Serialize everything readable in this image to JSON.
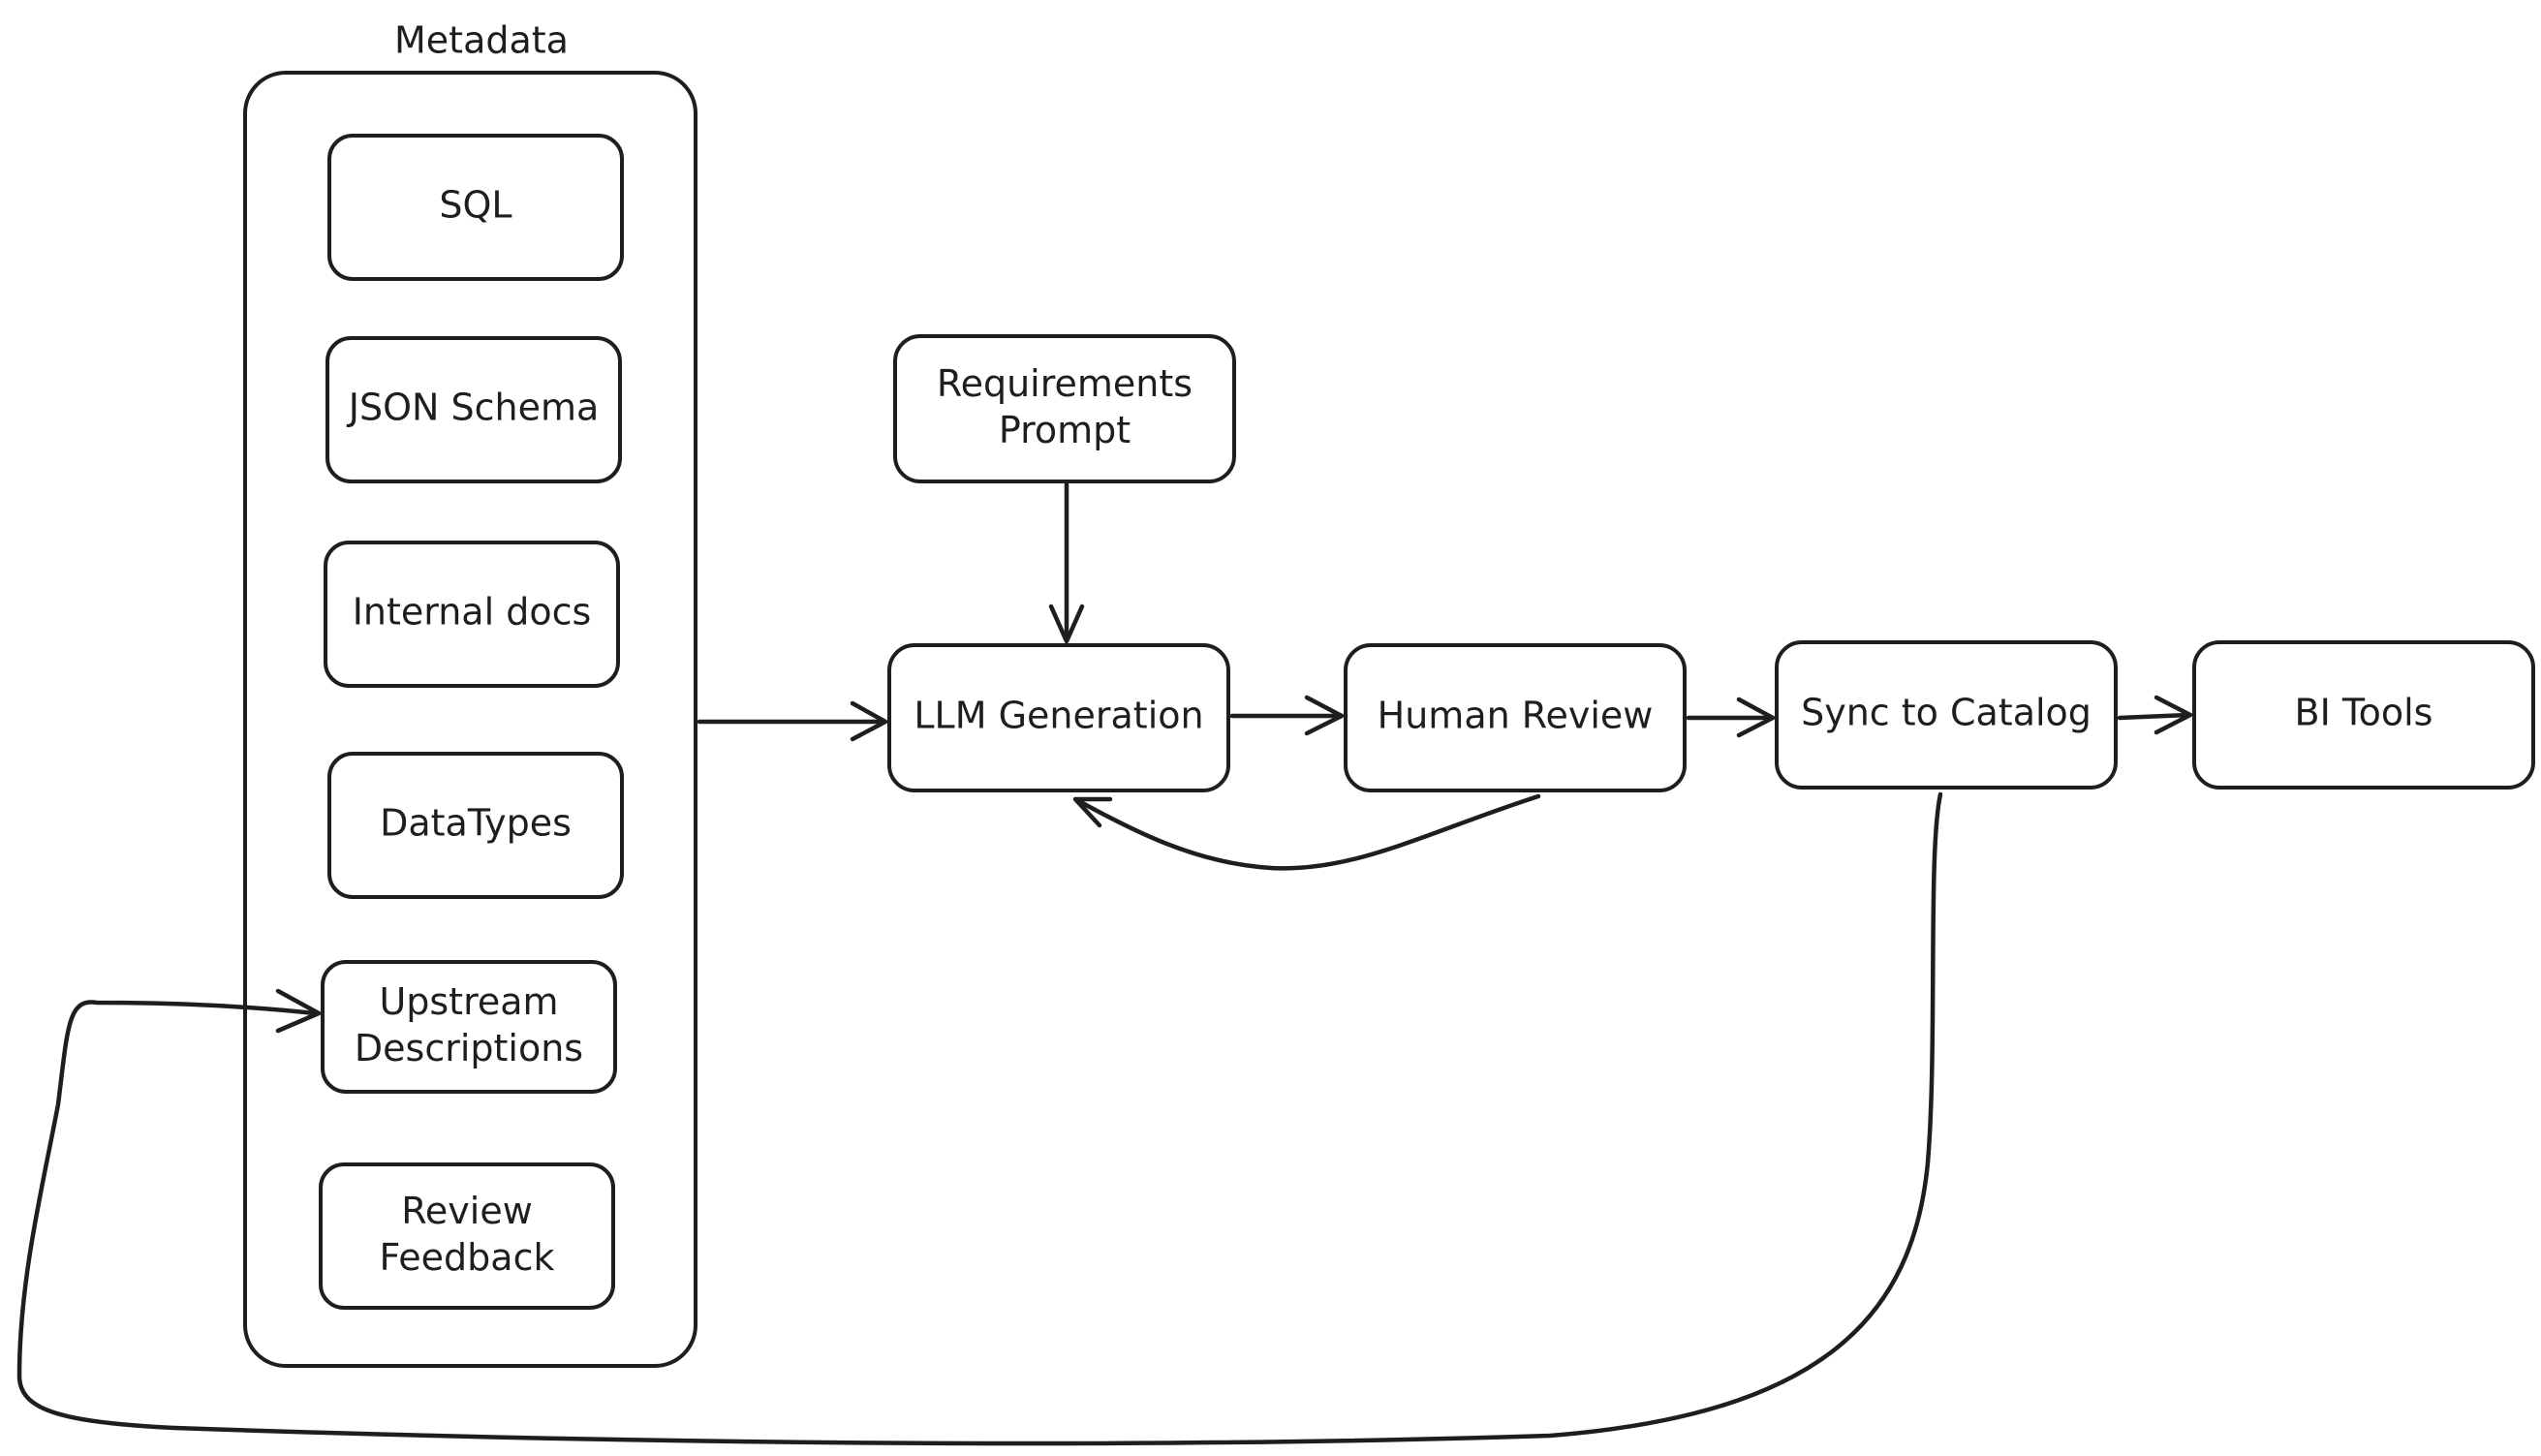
{
  "diagram": {
    "metadata_group": {
      "title": "Metadata",
      "items": [
        {
          "id": "sql",
          "label": "SQL"
        },
        {
          "id": "json-schema",
          "label": "JSON Schema"
        },
        {
          "id": "internal-docs",
          "label": "Internal docs"
        },
        {
          "id": "datatypes",
          "label": "DataTypes"
        },
        {
          "id": "upstream-descriptions",
          "label": "Upstream\nDescriptions"
        },
        {
          "id": "review-feedback",
          "label": "Review\nFeedback"
        }
      ]
    },
    "nodes": [
      {
        "id": "requirements-prompt",
        "label": "Requirements\nPrompt"
      },
      {
        "id": "llm-generation",
        "label": "LLM Generation"
      },
      {
        "id": "human-review",
        "label": "Human Review"
      },
      {
        "id": "sync-to-catalog",
        "label": "Sync to Catalog"
      },
      {
        "id": "bi-tools",
        "label": "BI Tools"
      }
    ],
    "edges": [
      {
        "from": "metadata",
        "to": "llm-generation"
      },
      {
        "from": "requirements-prompt",
        "to": "llm-generation"
      },
      {
        "from": "llm-generation",
        "to": "human-review"
      },
      {
        "from": "human-review",
        "to": "llm-generation"
      },
      {
        "from": "human-review",
        "to": "sync-to-catalog"
      },
      {
        "from": "sync-to-catalog",
        "to": "bi-tools"
      },
      {
        "from": "sync-to-catalog",
        "to": "upstream-descriptions"
      }
    ],
    "colors": {
      "stroke": "#1e1e1e",
      "background": "#ffffff"
    }
  }
}
